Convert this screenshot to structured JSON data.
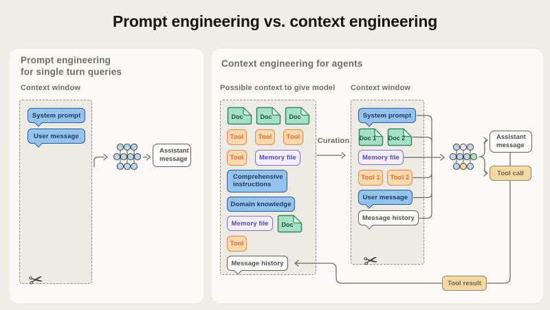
{
  "title": "Prompt engineering vs. context engineering",
  "icons": {
    "scissors": "✂"
  },
  "colors": {
    "background": "#f0ede5",
    "card": "#fbfaf6",
    "dashed_fill": "#ecebe4",
    "blue_fill": "#96c3ee",
    "blue_border": "#2b5d9c",
    "green_fill": "#a5e2c3",
    "green_border": "#338a60",
    "orange_fill": "#fcd8ad",
    "orange_border": "#e9854e",
    "purple_fill": "#f2eefc",
    "purple_border": "#8270cf",
    "tan_fill": "#f5d9a1",
    "tan_border": "#8d8371",
    "white_fill": "#ffffff",
    "line": "#6e6a60",
    "heading_text": "#6f6d65"
  },
  "left_panel": {
    "heading": "Prompt engineering\nfor single turn queries",
    "context_window_label": "Context window",
    "system_prompt": "System prompt",
    "user_message": "User message",
    "assistant_message": "Assistant\nmessage"
  },
  "right_panel": {
    "heading": "Context engineering for agents",
    "possible_context_label": "Possible context to give model",
    "curation_label": "Curation",
    "context_window_label": "Context window",
    "pool": {
      "docs": [
        "Doc",
        "Doc",
        "Doc"
      ],
      "tools": [
        "Tool",
        "Tool",
        "Tool"
      ],
      "tool4": "Tool",
      "memory_file_1": "Memory file",
      "comprehensive_instructions": "Comprehensive\ninstructions",
      "domain_knowledge": "Domain knowledge",
      "memory_file_2": "Memory file",
      "doc4": "Doc",
      "tool5": "Tool",
      "message_history": "Message history"
    },
    "window": {
      "system_prompt": "System prompt",
      "doc1": "Doc 1",
      "doc2": "Doc 2",
      "memory_file": "Memory file",
      "tool1": "Tool 1",
      "tool2": "Tool 2",
      "user_message": "User message",
      "message_history": "Message history"
    },
    "outputs": {
      "assistant_message": "Assistant\nmessage",
      "tool_call": "Tool call",
      "tool_result": "Tool result"
    }
  }
}
